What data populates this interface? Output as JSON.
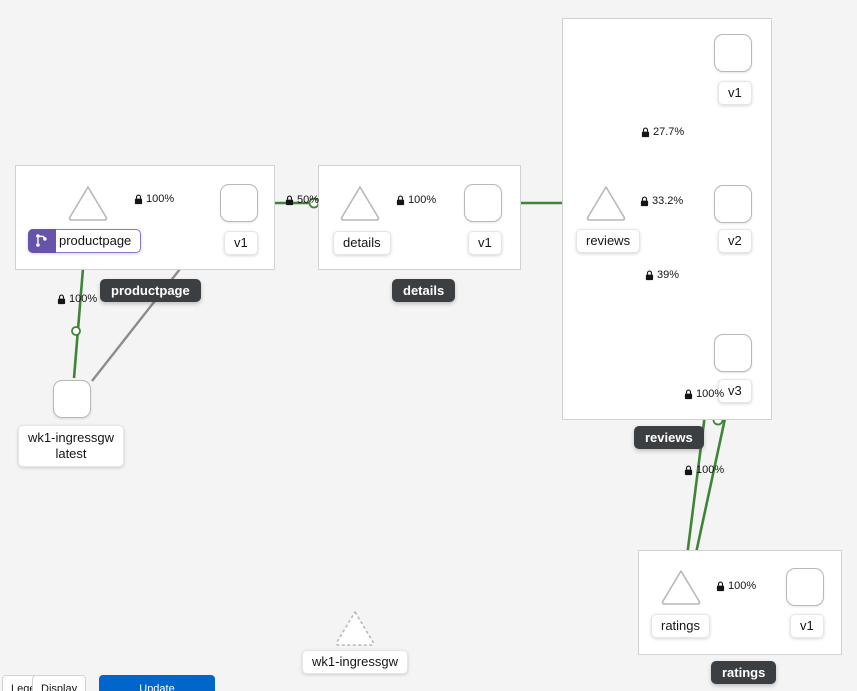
{
  "graph": {
    "namespaces": [
      {
        "id": "productpage",
        "label": "productpage"
      },
      {
        "id": "details",
        "label": "details"
      },
      {
        "id": "reviews",
        "label": "reviews"
      },
      {
        "id": "ratings",
        "label": "ratings"
      }
    ],
    "services": [
      {
        "id": "svc-productpage",
        "label": "productpage",
        "badge_icon": "virtual-service-icon",
        "has_badge": true,
        "shape": "triangle"
      },
      {
        "id": "svc-details",
        "label": "details",
        "has_badge": false,
        "shape": "triangle"
      },
      {
        "id": "svc-reviews",
        "label": "reviews",
        "has_badge": false,
        "shape": "triangle"
      },
      {
        "id": "svc-ratings",
        "label": "ratings",
        "has_badge": false,
        "shape": "triangle"
      },
      {
        "id": "svc-ingressgw-out",
        "label": "wk1-ingressgw",
        "has_badge": false,
        "shape": "triangle-dashed"
      }
    ],
    "workloads": [
      {
        "id": "wl-productpage-v1",
        "label": "v1",
        "shape": "rounded-box"
      },
      {
        "id": "wl-details-v1",
        "label": "v1",
        "shape": "rounded-box"
      },
      {
        "id": "wl-reviews-v1",
        "label": "v1",
        "shape": "rounded-box"
      },
      {
        "id": "wl-reviews-v2",
        "label": "v2",
        "shape": "rounded-box"
      },
      {
        "id": "wl-reviews-v3",
        "label": "v3",
        "shape": "rounded-box"
      },
      {
        "id": "wl-ratings-v1",
        "label": "v1",
        "shape": "rounded-box"
      },
      {
        "id": "wl-ingressgw",
        "label_line1": "wk1-ingressgw",
        "label_line2": "latest",
        "shape": "rounded-box"
      }
    ],
    "edges": [
      {
        "id": "e-gw-to-svc-productpage",
        "source": "wl-ingressgw",
        "target": "svc-productpage",
        "rate": "100%",
        "mtls": true,
        "status": "healthy"
      },
      {
        "id": "e-gw-to-wl-productpage-v1",
        "source": "wl-ingressgw",
        "target": "wl-productpage-v1",
        "rate": "",
        "mtls": false,
        "status": "idle"
      },
      {
        "id": "e-svc-productpage-to-v1",
        "source": "svc-productpage",
        "target": "wl-productpage-v1",
        "rate": "100%",
        "mtls": true,
        "status": "healthy"
      },
      {
        "id": "e-productpage-v1-to-details",
        "source": "wl-productpage-v1",
        "target": "svc-details",
        "rate": "50%",
        "mtls": true,
        "status": "healthy"
      },
      {
        "id": "e-svc-details-to-v1",
        "source": "svc-details",
        "target": "wl-details-v1",
        "rate": "100%",
        "mtls": true,
        "status": "healthy"
      },
      {
        "id": "e-productpage-v1-to-reviews",
        "source": "wl-productpage-v1",
        "target": "svc-reviews",
        "rate": "",
        "mtls": false,
        "status": "healthy"
      },
      {
        "id": "e-svc-reviews-to-v1",
        "source": "svc-reviews",
        "target": "wl-reviews-v1",
        "rate": "27.7%",
        "mtls": true,
        "status": "healthy"
      },
      {
        "id": "e-svc-reviews-to-v2",
        "source": "svc-reviews",
        "target": "wl-reviews-v2",
        "rate": "33.2%",
        "mtls": true,
        "status": "healthy"
      },
      {
        "id": "e-svc-reviews-to-v3",
        "source": "svc-reviews",
        "target": "wl-reviews-v3",
        "rate": "39%",
        "mtls": true,
        "status": "healthy"
      },
      {
        "id": "e-reviews-v2-to-ratings",
        "source": "wl-reviews-v2",
        "target": "svc-ratings",
        "rate": "100%",
        "mtls": true,
        "status": "healthy"
      },
      {
        "id": "e-reviews-v3-to-ratings",
        "source": "wl-reviews-v3",
        "target": "svc-ratings",
        "rate": "100%",
        "mtls": true,
        "status": "healthy"
      },
      {
        "id": "e-svc-ratings-to-v1",
        "source": "svc-ratings",
        "target": "wl-ratings-v1",
        "rate": "100%",
        "mtls": true,
        "status": "healthy"
      }
    ],
    "colors": {
      "healthy_edge": "#3e8635",
      "idle_edge": "#8a8d90",
      "node_border": "#b8b8b8",
      "group_border": "#d2d2d2",
      "namespace_pill_bg": "#3c3f42",
      "virtual_service_badge": "#6753ac",
      "canvas_bg": "#f4f4f4"
    }
  },
  "toolbar": {
    "legend_label": "Legend",
    "display_label": "Display",
    "primary_label": "Update"
  }
}
